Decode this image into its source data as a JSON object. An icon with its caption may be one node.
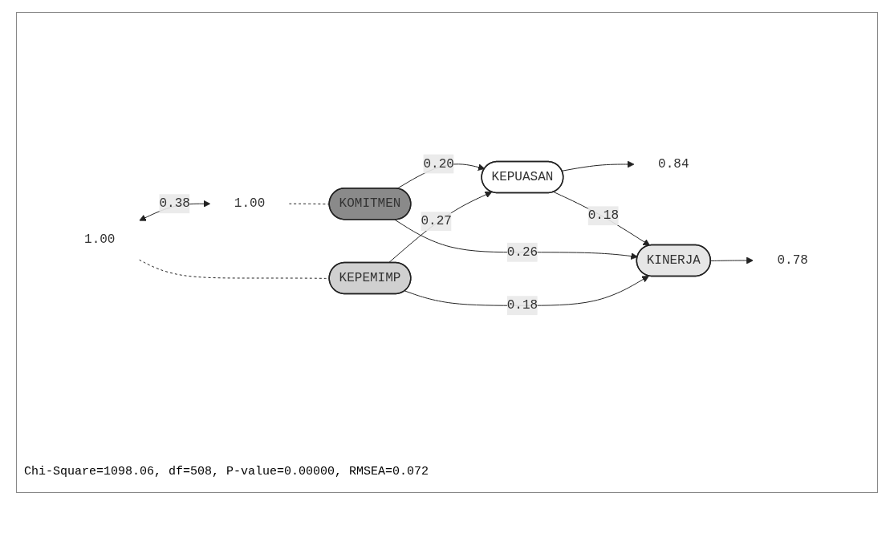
{
  "diagram": {
    "nodes": [
      {
        "text": [
          "1.00"
        ]
      },
      {
        "text": [
          "KEPEMIMP"
        ]
      },
      {
        "text": [
          "KEPUASAN"
        ]
      },
      {
        "text": [
          "0.84"
        ]
      },
      {
        "text": [
          "1.00"
        ]
      },
      {
        "text": [
          "KOMITMEN"
        ]
      },
      {
        "text": [
          "KINERJA"
        ]
      },
      {
        "text": [
          "0.78"
        ]
      }
    ],
    "edges": [
      {
        "from": 0,
        "to": 1,
        "arrow": "none",
        "style": "dashed"
      },
      {
        "from": 4,
        "to": 5,
        "arrow": "none",
        "style": "dashed"
      },
      {
        "from": 0,
        "to": 4,
        "arrow": "both",
        "label": "0.38"
      },
      {
        "from": 1,
        "to": 2,
        "arrow": "to",
        "label": "0.27"
      },
      {
        "from": 1,
        "to": 6,
        "arrow": "to",
        "label": "0.18"
      },
      {
        "from": 5,
        "to": 2,
        "arrow": "to",
        "label": "0.20"
      },
      {
        "from": 5,
        "to": 6,
        "arrow": "to",
        "label": "0.26"
      },
      {
        "from": 2,
        "to": 6,
        "arrow": "to",
        "label": "0.18"
      },
      {
        "from": 2,
        "to": 3,
        "arrow": "to"
      },
      {
        "from": 6,
        "to": 7,
        "arrow": "to"
      }
    ],
    "labels": [
      "Chi-Square=1098.06, df=508, P-value=0.00000, RMSEA=0.072"
    ]
  }
}
